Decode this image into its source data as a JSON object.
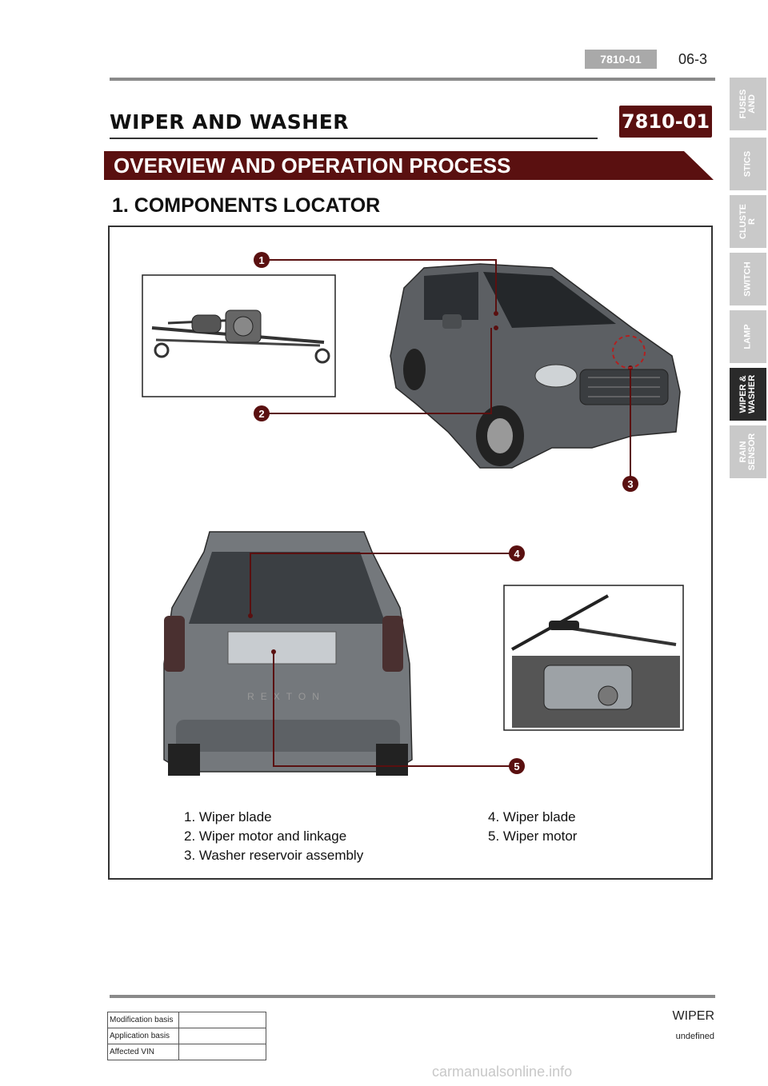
{
  "header": {
    "code_badge": "7810-01",
    "page_number": "06-3"
  },
  "section": {
    "title": "WIPER AND WASHER",
    "code": "7810-01",
    "banner": "OVERVIEW AND OPERATION PROCESS",
    "heading": "1. COMPONENTS LOCATOR"
  },
  "callouts": [
    "1",
    "2",
    "3",
    "4",
    "5"
  ],
  "captions": {
    "left": [
      "1. Wiper blade",
      "2. Wiper motor and linkage",
      "3. Washer reservoir assembly"
    ],
    "right": [
      "4. Wiper blade",
      "5. Wiper motor"
    ]
  },
  "side_tabs": [
    {
      "label": "FUSES\nAND",
      "active": false
    },
    {
      "label": "STICS",
      "active": false
    },
    {
      "label": "CLUSTE\nR",
      "active": false
    },
    {
      "label": "SWITCH",
      "active": false
    },
    {
      "label": "LAMP",
      "active": false
    },
    {
      "label": "WIPER &\nWASHER",
      "active": true
    },
    {
      "label": "RAIN\nSENSOR",
      "active": false
    }
  ],
  "footer": {
    "chapter": "WIPER",
    "subtitle": "undefined",
    "table": [
      {
        "label": "Modification basis",
        "value": ""
      },
      {
        "label": "Application basis",
        "value": ""
      },
      {
        "label": "Affected VIN",
        "value": ""
      }
    ]
  },
  "watermark": "carmanualsonline.info",
  "colors": {
    "banner": "#5a1010",
    "active_tab": "#2a2a2a",
    "inactive_tab": "#c9c9c9"
  }
}
